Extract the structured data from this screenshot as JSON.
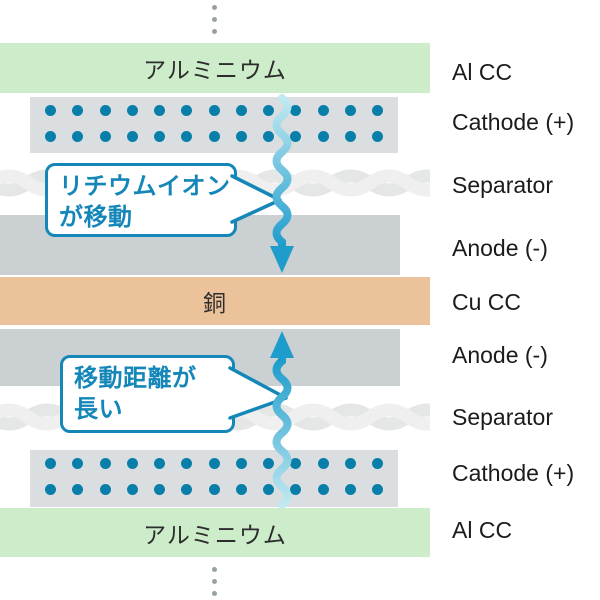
{
  "layers": {
    "al_top": {
      "text": "アルミニウム",
      "label": "Al CC"
    },
    "cathode_top": {
      "label": "Cathode (+)"
    },
    "separator_top": {
      "label": "Separator"
    },
    "anode_top": {
      "label": "Anode (-)"
    },
    "cu": {
      "text": "銅",
      "label": "Cu CC"
    },
    "anode_bottom": {
      "label": "Anode (-)"
    },
    "separator_bottom": {
      "label": "Separator"
    },
    "cathode_bottom": {
      "label": "Cathode (+)"
    },
    "al_bottom": {
      "text": "アルミニウム",
      "label": "Al CC"
    }
  },
  "callouts": {
    "ion_move": {
      "line1": "リチウムイオン",
      "line2": "が移動"
    },
    "long_distance": {
      "line1": "移動距離が",
      "line2": "長い"
    }
  },
  "stack": {
    "ion_dots_per_row": 13,
    "ion_dot_rows": 2
  },
  "colors": {
    "al_collector": "#cdecca",
    "cu_collector": "#ecc29a",
    "cathode_bg": "#dbdee0",
    "anode_bg": "#cbd0d3",
    "ion_dot": "#087fa9",
    "arrow_dark": "#1e9dcc",
    "arrow_light": "#c2e9f1",
    "accent": "#1487b8",
    "label_text": "#1b1b1b",
    "layer_text": "#2d2d2d",
    "separator_light": "#efefef",
    "separator_dark": "#e5e7e7",
    "guide_dot": "#97a1a4"
  }
}
